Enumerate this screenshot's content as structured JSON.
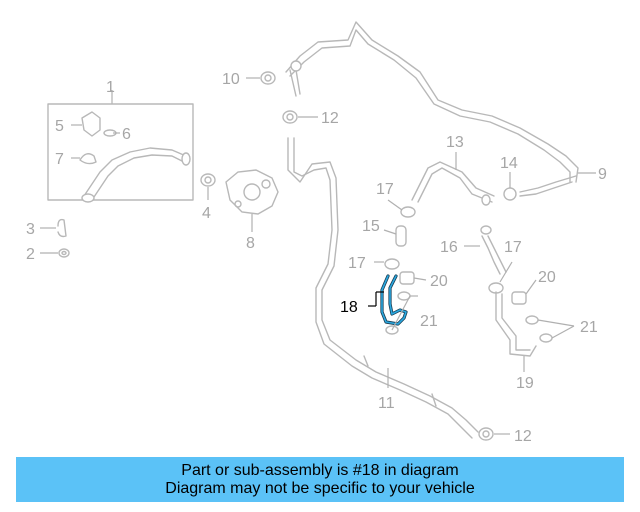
{
  "diagram": {
    "highlight_color": "#2aa8e0",
    "callouts": [
      "1",
      "2",
      "3",
      "4",
      "5",
      "6",
      "7",
      "8",
      "9",
      "10",
      "11",
      "12",
      "12",
      "13",
      "14",
      "15",
      "16",
      "17",
      "17",
      "17",
      "18",
      "19",
      "20",
      "20",
      "21",
      "21"
    ],
    "highlighted_callout": "18"
  },
  "banner": {
    "line1": "Part or sub-assembly is #18 in diagram",
    "line2": "Diagram may not be specific to your vehicle",
    "background": "#5bc2f7"
  }
}
